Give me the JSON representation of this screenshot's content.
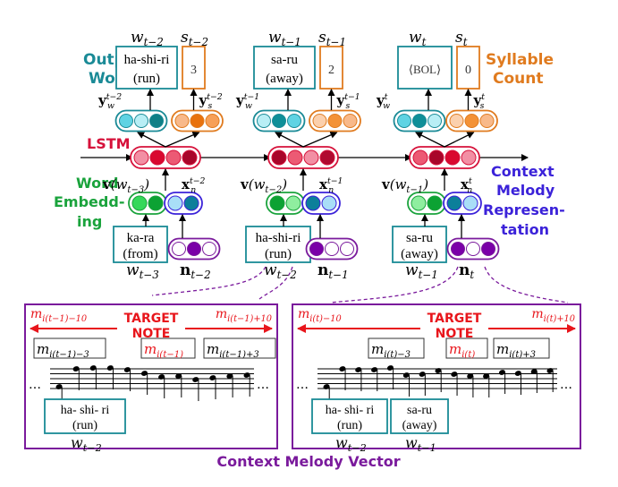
{
  "colors": {
    "teal": "#1a8a96",
    "orange": "#e07b1f",
    "red": "#d6113a",
    "green": "#1aa33c",
    "blue": "#3b22d9",
    "purple": "#7a1a9c",
    "target_red": "#e8151b"
  },
  "labels": {
    "output_word": [
      "Output",
      "Word"
    ],
    "syllable_count": [
      "Syllable",
      "Count"
    ],
    "lstm": "LSTM",
    "word_embedding": [
      "Word",
      "Embedd-",
      "ing"
    ],
    "context_melody_representation": [
      "Context",
      "Melody",
      "Represen-",
      "tation"
    ],
    "context_melody_vector": "Context Melody Vector"
  },
  "timesteps": [
    {
      "w_out_label": "w",
      "w_out_sub": "t−2",
      "s_out_label": "s",
      "s_out_sub": "t−2",
      "out_word": [
        "ha-shi-ri",
        "(run)"
      ],
      "syll_count": "3",
      "yw": "y",
      "yw_sub": "w",
      "yw_sup": "t−2",
      "ys": "y",
      "ys_sub": "s",
      "ys_sup": "t−2",
      "yw_nodes": [
        "#5fd3e3",
        "#b8eef5",
        "#0f7f86"
      ],
      "ys_nodes": [
        "#f8b98a",
        "#e8720e",
        "#f7a058"
      ],
      "lstm_nodes": [
        "#f28fa4",
        "#d9082f",
        "#ec5a74",
        "#a8062a"
      ],
      "v_label": "v(w",
      "v_sub": "t−3",
      "v_close": ")",
      "x_label": "x",
      "x_sub": "n",
      "x_sup": "t−2",
      "emb_green": [
        "#35d85a",
        "#0ca233"
      ],
      "emb_blue": [
        "#a9def7",
        "#0c7f9a"
      ],
      "in_word": [
        "ka-ra",
        "(from)"
      ],
      "in_w_label": "w",
      "in_w_sub": "t−3",
      "n_label": "n",
      "n_sub": "t−2",
      "n_nodes": [
        "#ffffff",
        "#7a00a8",
        "#ffffff"
      ]
    },
    {
      "w_out_label": "w",
      "w_out_sub": "t−1",
      "s_out_label": "s",
      "s_out_sub": "t−1",
      "out_word": [
        "sa-ru",
        "(away)"
      ],
      "syll_count": "2",
      "yw": "y",
      "yw_sub": "w",
      "yw_sup": "t−1",
      "ys": "y",
      "ys_sub": "s",
      "ys_sup": "t−1",
      "yw_nodes": [
        "#b8eef5",
        "#0f8f98",
        "#5fd3e3"
      ],
      "ys_nodes": [
        "#fbd0ad",
        "#f39237",
        "#f8b98a"
      ],
      "lstm_nodes": [
        "#a8062a",
        "#ec5a74",
        "#f28fa4",
        "#b00a30"
      ],
      "v_label": "v(w",
      "v_sub": "t−2",
      "v_close": ")",
      "x_label": "x",
      "x_sub": "n",
      "x_sup": "t−1",
      "emb_green": [
        "#0ca233",
        "#8fee9f"
      ],
      "emb_blue": [
        "#0c7f9a",
        "#a9def7"
      ],
      "in_word": [
        "ha-shi-ri",
        "(run)"
      ],
      "in_w_label": "w",
      "in_w_sub": "t−2",
      "n_label": "n",
      "n_sub": "t−1",
      "n_nodes": [
        "#7a00a8",
        "#ffffff",
        "#ffffff"
      ]
    },
    {
      "w_out_label": "w",
      "w_out_sub": "t",
      "s_out_label": "s",
      "s_out_sub": "t",
      "out_word": [
        "⟨BOL⟩",
        ""
      ],
      "syll_count": "0",
      "yw": "y",
      "yw_sub": "w",
      "yw_sup": "t",
      "ys": "y",
      "ys_sub": "s",
      "ys_sup": "t",
      "yw_nodes": [
        "#5fd3e3",
        "#0f8f98",
        "#b8eef5"
      ],
      "ys_nodes": [
        "#fbd0ad",
        "#f39237",
        "#f8b98a"
      ],
      "lstm_nodes": [
        "#ec5a74",
        "#a8062a",
        "#d9082f",
        "#f28fa4"
      ],
      "v_label": "v(w",
      "v_sub": "t−1",
      "v_close": ")",
      "x_label": "x",
      "x_sub": "n",
      "x_sup": "t",
      "emb_green": [
        "#8fee9f",
        "#0ca233"
      ],
      "emb_blue": [
        "#0c7f9a",
        "#a9def7"
      ],
      "in_word": [
        "sa-ru",
        "(away)"
      ],
      "in_w_label": "w",
      "in_w_sub": "t−1",
      "n_label": "n",
      "n_sub": "t",
      "n_nodes": [
        "#7a00a8",
        "#ffffff",
        "#7a00a8"
      ]
    }
  ],
  "melody_panels": [
    {
      "left_range": "m",
      "left_sub": "i(t−1)−10",
      "right_range": "m",
      "right_sub": "i(t−1)+10",
      "target": [
        "TARGET",
        "NOTE"
      ],
      "callout_minus3": "i(t−1)−3",
      "callout_target": "i(t−1)",
      "callout_plus3": "i(t−1)+3",
      "callout_m": "m",
      "ellipsis": "…",
      "lyrics": [
        {
          "text": [
            "ha-  shi- ri",
            "(run)"
          ],
          "w": "w",
          "w_sub": "t−2"
        }
      ]
    },
    {
      "left_range": "m",
      "left_sub": "i(t)−10",
      "right_range": "m",
      "right_sub": "i(t)+10",
      "target": [
        "TARGET",
        "NOTE"
      ],
      "callout_minus3": "i(t)−3",
      "callout_target": "i(t)",
      "callout_plus3": "i(t)+3",
      "callout_m": "m",
      "ellipsis": "…",
      "lyrics": [
        {
          "text": [
            "ha-  shi- ri",
            "(run)"
          ],
          "w": "w",
          "w_sub": "t−2"
        },
        {
          "text": [
            "sa-ru",
            "(away)"
          ],
          "w": "w",
          "w_sub": "t−1"
        }
      ]
    }
  ]
}
